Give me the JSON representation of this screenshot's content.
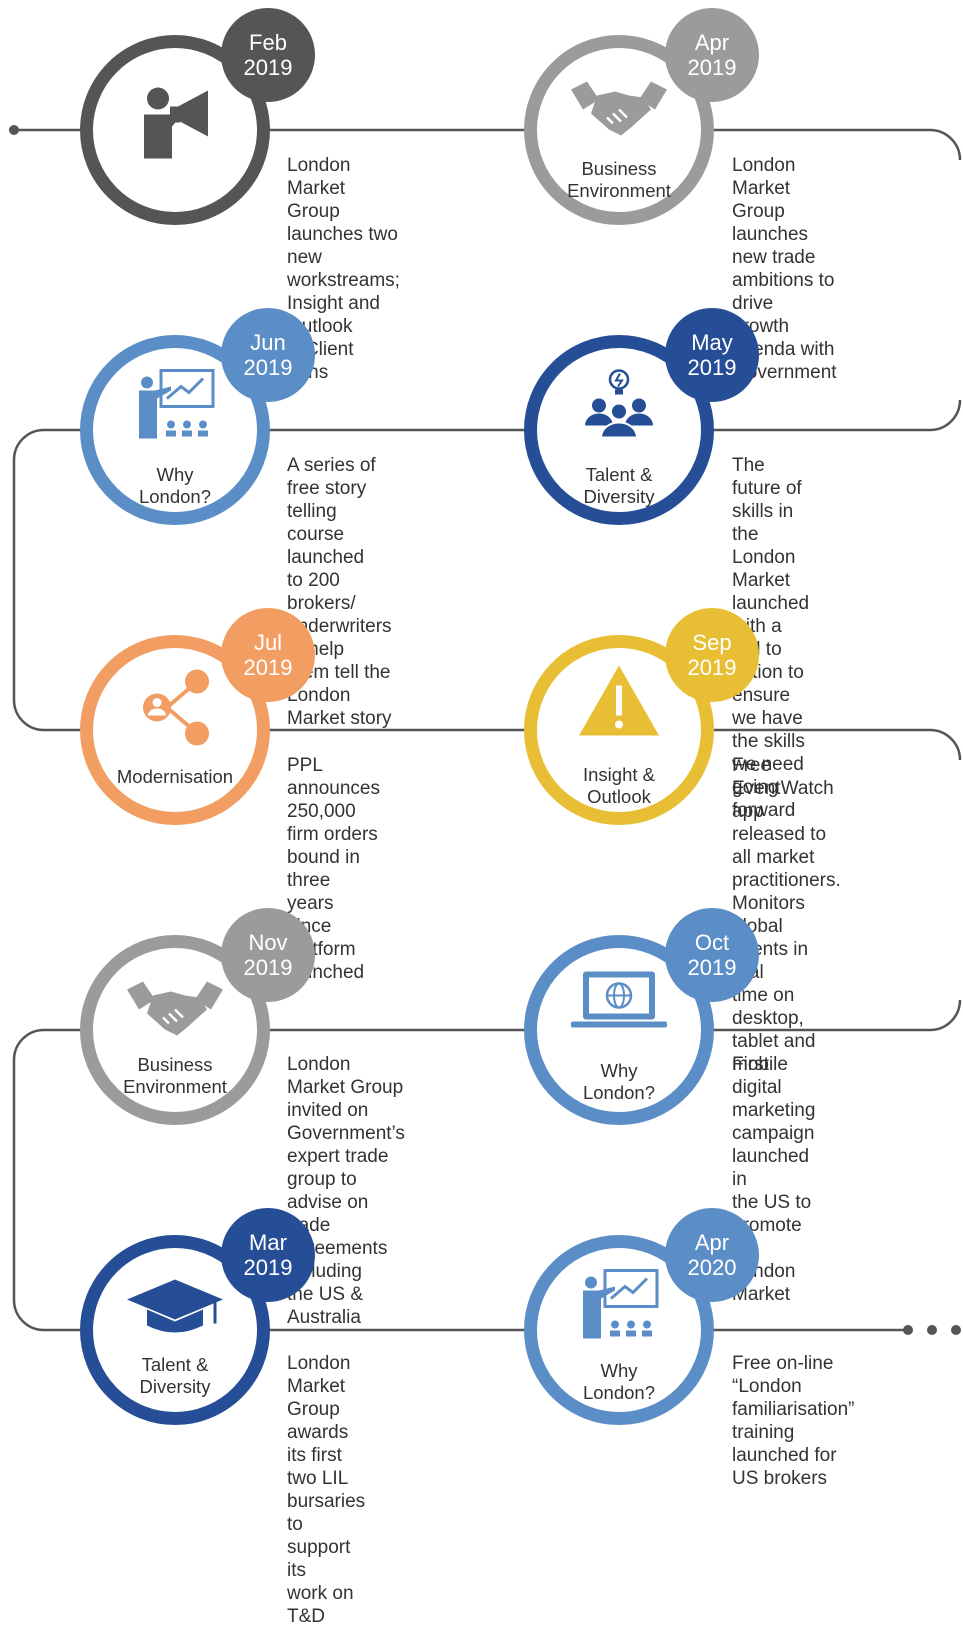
{
  "colors": {
    "line": "#555555",
    "dark_grey": "#555555",
    "light_grey": "#9b9b9b",
    "light_blue": "#5b8ec6",
    "navy": "#264e96",
    "orange": "#f29d62",
    "yellow": "#e8bf34"
  },
  "events": [
    {
      "month": "Feb",
      "year": "2019",
      "category": "",
      "description": "London Market\nGroup launches two\nnew workstreams;\nInsight and Outlook\n& Client Lens",
      "icon": "megaphone-person-icon",
      "color_key": "dark_grey"
    },
    {
      "month": "Apr",
      "year": "2019",
      "category": "Business\nEnvironment",
      "description": "London Market Group\nlaunches new trade\nambitions to drive\ngrowth agenda with\nGovernment",
      "icon": "handshake-icon",
      "color_key": "light_grey"
    },
    {
      "month": "Jun",
      "year": "2019",
      "category": "Why\nLondon?",
      "description": "A series of free story\ntelling course launched\nto 200 brokers/\nunderwriters to help\nthem tell the London\nMarket story",
      "icon": "presenter-board-icon",
      "color_key": "light_blue"
    },
    {
      "month": "May",
      "year": "2019",
      "category": "Talent &\nDiversity",
      "description": "The future of skills in the\nLondon Market launched\nwith a call to action to\nensure we have the skills\nwe need going forward",
      "icon": "team-lightbulb-icon",
      "color_key": "navy"
    },
    {
      "month": "Jul",
      "year": "2019",
      "category": "Modernisation",
      "description": "PPL announces\n250,000 firm orders\nbound in three years\nsince platform launched",
      "icon": "share-network-icon",
      "color_key": "orange"
    },
    {
      "month": "Sep",
      "year": "2019",
      "category": "Insight &\nOutlook",
      "description": "Free EventWatch app\nreleased to all market\npractitioners. Monitors\nglobal events in real\ntime on desktop,\ntablet and mobile",
      "icon": "warning-triangle-icon",
      "color_key": "yellow"
    },
    {
      "month": "Nov",
      "year": "2019",
      "category": "Business\nEnvironment",
      "description": "London Market Group\ninvited on Government’s\nexpert trade group to\nadvise on trade\nagreements including\nthe US & Australia",
      "icon": "handshake-icon",
      "color_key": "light_grey"
    },
    {
      "month": "Oct",
      "year": "2019",
      "category": "Why\nLondon?",
      "description": "First digital marketing\ncampaign launched in\nthe US to promote the\nLondon Market",
      "icon": "laptop-globe-icon",
      "color_key": "light_blue"
    },
    {
      "month": "Mar",
      "year": "2019",
      "category": "Talent &\nDiversity",
      "description": "London Market Group\nawards its first two LIL\nbursaries to support its\nwork on T&D",
      "icon": "graduation-cap-icon",
      "color_key": "navy"
    },
    {
      "month": "Apr",
      "year": "2020",
      "category": "Why\nLondon?",
      "description": "Free on-line “London\nfamiliarisation” training\nlaunched for US brokers",
      "icon": "presenter-board-icon",
      "color_key": "light_blue"
    }
  ]
}
